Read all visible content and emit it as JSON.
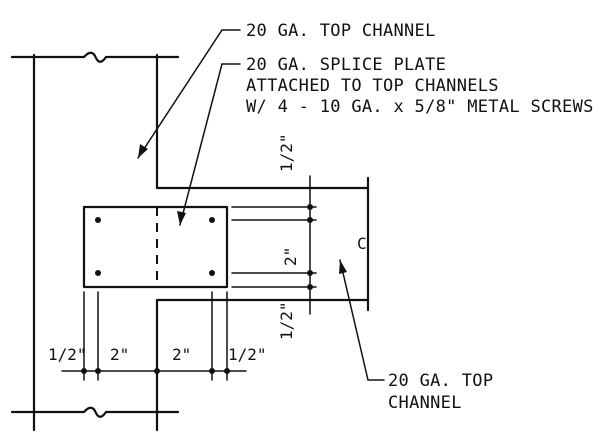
{
  "callouts": {
    "top_channel_1": "20 GA. TOP CHANNEL",
    "splice_plate_line1": "20 GA. SPLICE PLATE",
    "splice_plate_line2": "ATTACHED TO TOP CHANNELS",
    "splice_plate_line3": "W/ 4 - 10 GA. x 5/8\" METAL SCREWS",
    "top_channel_2_line1": "20 GA. TOP",
    "top_channel_2_line2": "CHANNEL"
  },
  "dimensions": {
    "bottom": [
      "1/2\"",
      "2\"",
      "2\"",
      "1/2\""
    ],
    "right_top": "1/2\"",
    "right_middle": "2\"",
    "right_bottom": "1/2\"",
    "centerline": "C"
  }
}
